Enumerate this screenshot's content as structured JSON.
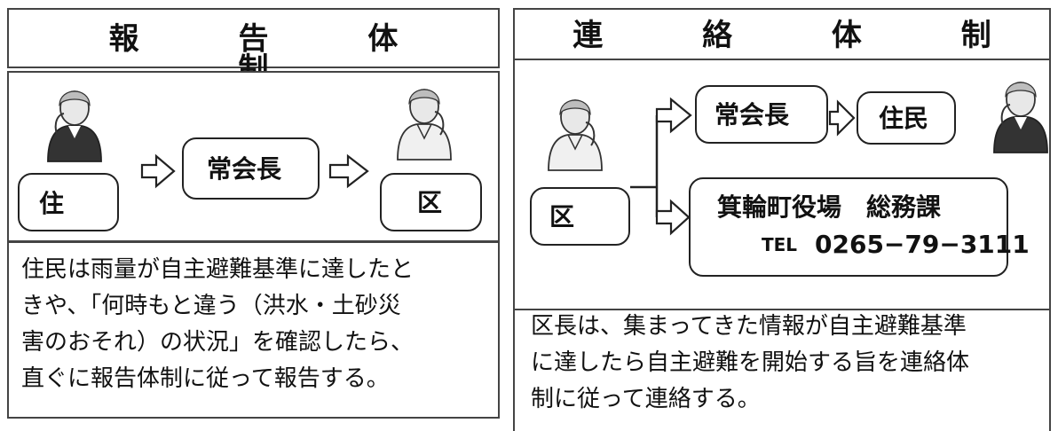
{
  "left_panel": {
    "title": "報 告 体 制",
    "nodes": {
      "resident": "住",
      "chief": "常会長",
      "ward": "区"
    },
    "description": [
      "住民は雨量が自主避難基準に達したと",
      "きや、「何時もと違う（洪水・土砂災",
      "害のおそれ）の状況」を確認したら、",
      "直ぐに報告体制に従って報告する。"
    ]
  },
  "right_panel": {
    "title": "連 絡 体 制",
    "nodes": {
      "ward": "区",
      "chief": "常会長",
      "residents": "住民",
      "office": "箕輪町役場　総務課",
      "tel_prefix": "TEL",
      "tel_number": "0265−79−3111"
    },
    "description": [
      "区長は、集まってきた情報が自主避難基準",
      "に達したら自主避難を開始する旨を連絡体",
      "制に従って連絡する。"
    ]
  }
}
